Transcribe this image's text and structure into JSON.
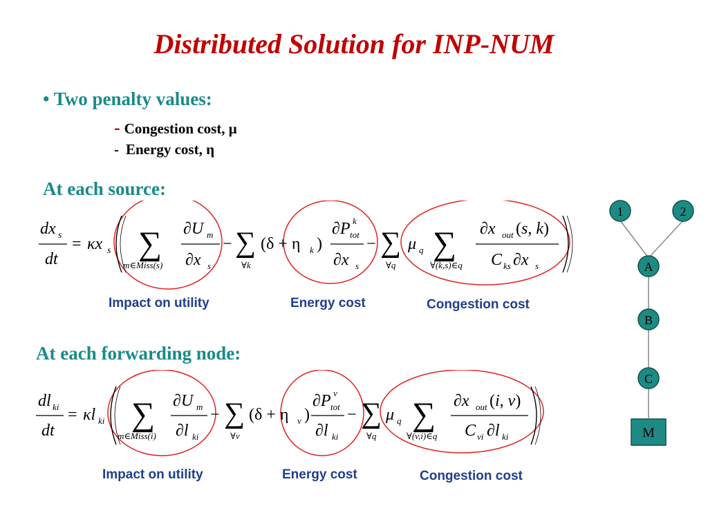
{
  "title": "Distributed Solution for INP-NUM",
  "bullet": {
    "marker": "•",
    "heading": "Two penalty values:",
    "items": [
      {
        "dash": "-",
        "text": "Congestion cost, μ"
      },
      {
        "dash": "-",
        "text": "Energy cost, η"
      }
    ]
  },
  "source_section": {
    "heading": "At each source:",
    "labels": {
      "utility": "Impact on utility",
      "energy": "Energy cost",
      "congestion": "Congestion cost"
    }
  },
  "node_section": {
    "heading": "At each forwarding node:",
    "labels": {
      "utility": "Impact on utility",
      "energy": "Energy cost",
      "congestion": "Congestion cost"
    }
  },
  "diagram": {
    "nodes": [
      "1",
      "2",
      "A",
      "B",
      "C",
      "M"
    ],
    "colors": {
      "node_fill": "#1e8a84",
      "node_stroke": "#0f4f4b",
      "edge": "#888888"
    }
  },
  "colors": {
    "title": "#c00000",
    "section": "#1a8a8a",
    "label": "#1f3e8f",
    "ellipse": "#e02020"
  }
}
